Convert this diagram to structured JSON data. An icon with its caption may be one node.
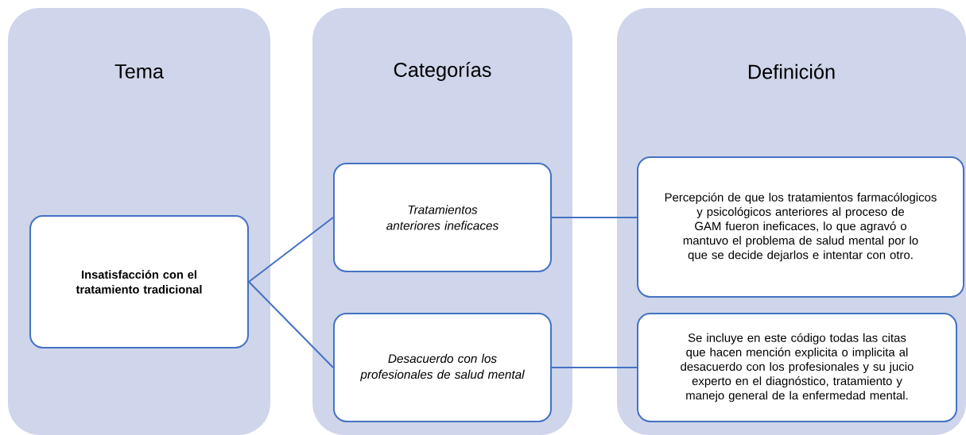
{
  "diagram": {
    "nodes": [
      {
        "text": [
          "Tema"
        ]
      },
      {
        "text": [
          "Insatisfacción con el tratamiento tradicional"
        ],
        "in": 0
      },
      {
        "text": [
          "Categorías"
        ]
      },
      {
        "text": [
          "Tratamientos anteriores ineficaces"
        ],
        "in": 2
      },
      {
        "text": [
          "Desacuerdo con los profesionales de salud mental"
        ],
        "in": 2
      },
      {
        "text": [
          "Definición"
        ]
      },
      {
        "text": [
          "Percepción de que los tratamientos farmacólogicos y psicológicos anteriores al proceso de GAM fueron ineficaces, lo que agravó o mantuvo el problema de salud mental por lo que se  decide dejarlos e intentar con otro."
        ],
        "in": 5
      },
      {
        "text": [
          "Se incluye en este código todas las citas que hacen mención explicita o implicita al desacuerdo con los profesionales y su jucio experto en el diagnóstico, tratamiento y manejo general de la enfermedad mental."
        ],
        "in": 5
      }
    ],
    "edges": [
      {
        "from": 1,
        "to": 3,
        "arrow": "none"
      },
      {
        "from": 1,
        "to": 4,
        "arrow": "none"
      },
      {
        "from": 3,
        "to": 6,
        "arrow": "none"
      },
      {
        "from": 4,
        "to": 7,
        "arrow": "none"
      }
    ]
  }
}
